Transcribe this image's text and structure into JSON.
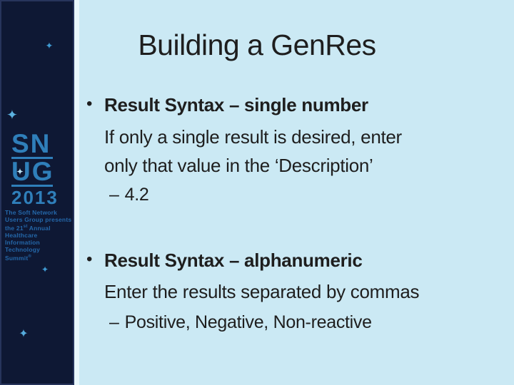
{
  "slide": {
    "title": "Building a GenRes",
    "bullet_glyph": "•",
    "dash_glyph": "–",
    "sections": [
      {
        "heading": "Result Syntax – single number",
        "body_lines": [
          "If only a single result is desired, enter",
          "only that value in the ‘Description’"
        ],
        "sub_items": [
          "4.2"
        ]
      },
      {
        "heading": "Result Syntax – alphanumeric",
        "body_lines": [
          "Enter the results separated by commas"
        ],
        "sub_items": [
          "Positive, Negative, Non-reactive"
        ]
      }
    ]
  },
  "sidebar": {
    "sparkle_glyph": "✦",
    "logo": {
      "line1": "SN",
      "line2": "UG",
      "year": "2013"
    },
    "tagline": {
      "line1": "The Soft Network",
      "line2": "Users Group presents",
      "line3_pre": "the 21",
      "line3_sup": "st",
      "line3_post": " Annual",
      "line4": "Healthcare",
      "line5": "Information",
      "line6": "Technology",
      "line7": "Summit",
      "line7_sup": "®"
    }
  },
  "colors": {
    "background": "#cbe9f4",
    "sidebar": "#0e1834",
    "sidebar_edge": "#27345c",
    "stripe": "#e9f7fb",
    "logo_blue": "#2f7fba",
    "tagline_blue": "#2467a9",
    "sparkle_blue": "#3f9ad2",
    "text_dark": "#1e1e1e"
  }
}
